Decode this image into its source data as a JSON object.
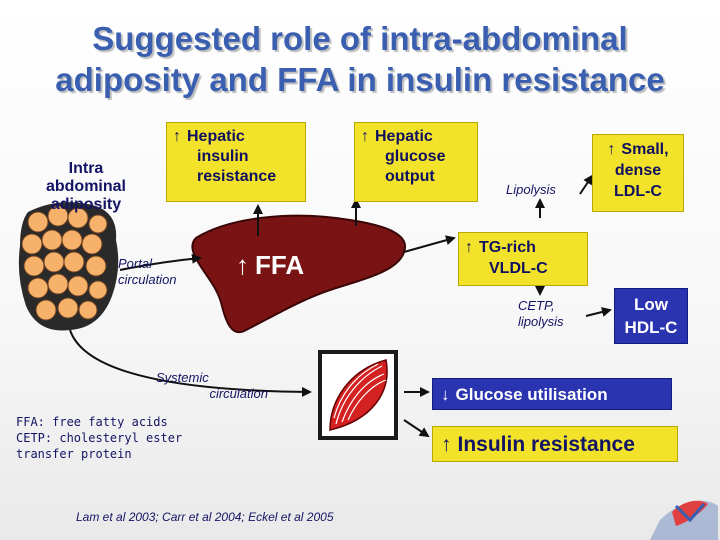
{
  "title": {
    "line1": "Suggested role of intra-abdominal",
    "line2": "adiposity and FFA in insulin resistance"
  },
  "labels": {
    "intra_abdominal": [
      "Intra",
      "abdominal",
      "adiposity"
    ],
    "hepatic_ir": [
      "Hepatic",
      "insulin",
      "resistance"
    ],
    "hepatic_glucose": [
      "Hepatic",
      "glucose",
      "output"
    ],
    "lipolysis": "Lipolysis",
    "small_dense": [
      "Small,",
      "dense",
      "LDL-C"
    ],
    "portal": [
      "Portal",
      "circulation"
    ],
    "ffa": "FFA",
    "tg_rich": [
      "TG-rich",
      "VLDL-C"
    ],
    "cetp": [
      "CETP,",
      "lipolysis"
    ],
    "low_hdl": [
      "Low",
      "HDL-C"
    ],
    "systemic": [
      "Systemic",
      "circulation"
    ],
    "glucose_util": "Glucose utilisation",
    "insulin_res": "Insulin resistance"
  },
  "footnotes": {
    "abbr": [
      "FFA: free fatty acids",
      "CETP: cholesteryl ester",
      "transfer protein"
    ],
    "refs": "Lam et al 2003; Carr et al 2004; Eckel et al 2005"
  },
  "colors": {
    "title": "#3a5fb0",
    "yellow_box": "#f2e32a",
    "blue_box": "#2b34b0",
    "liver": "#7a1414",
    "fat_cell": "#f6b16b",
    "muscle": "#d42222"
  }
}
